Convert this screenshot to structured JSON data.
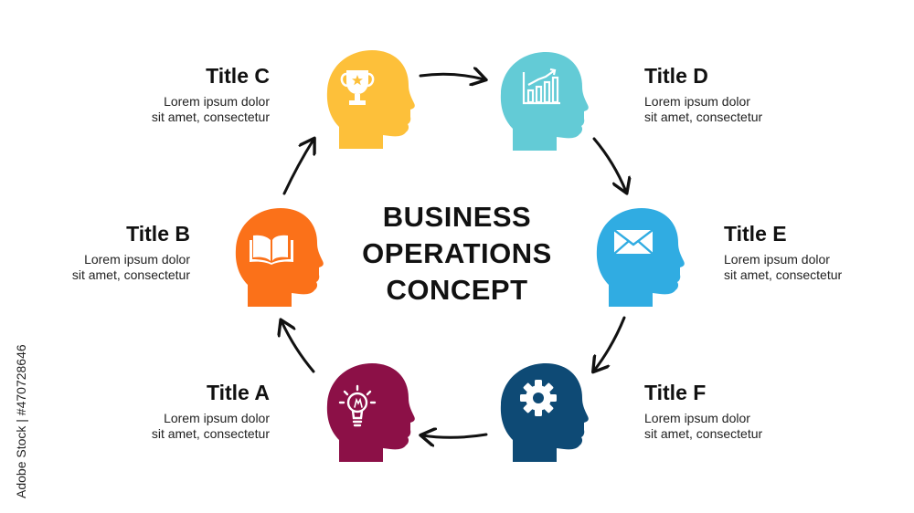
{
  "center": {
    "line1": "BUSINESS",
    "line2": "OPERATIONS",
    "line3": "CONCEPT"
  },
  "steps": [
    {
      "title": "Title A",
      "line1": "Lorem ipsum dolor",
      "line2": "sit amet, consectetur",
      "color": "#8C1047",
      "icon": "lightbulb-icon"
    },
    {
      "title": "Title B",
      "line1": "Lorem ipsum dolor",
      "line2": "sit amet, consectetur",
      "color": "#FB7119",
      "icon": "book-icon"
    },
    {
      "title": "Title C",
      "line1": "Lorem ipsum dolor",
      "line2": "sit amet, consectetur",
      "color": "#FDC03A",
      "icon": "trophy-icon"
    },
    {
      "title": "Title D",
      "line1": "Lorem ipsum dolor",
      "line2": "sit amet, consectetur",
      "color": "#63CBD6",
      "icon": "bar-chart-icon"
    },
    {
      "title": "Title E",
      "line1": "Lorem ipsum dolor",
      "line2": "sit amet, consectetur",
      "color": "#30ACE2",
      "icon": "envelope-icon"
    },
    {
      "title": "Title F",
      "line1": "Lorem ipsum dolor",
      "line2": "sit amet, consectetur",
      "color": "#0E4A75",
      "icon": "gear-icon"
    }
  ],
  "watermark": {
    "text": "Adobe Stock | #470728646"
  }
}
